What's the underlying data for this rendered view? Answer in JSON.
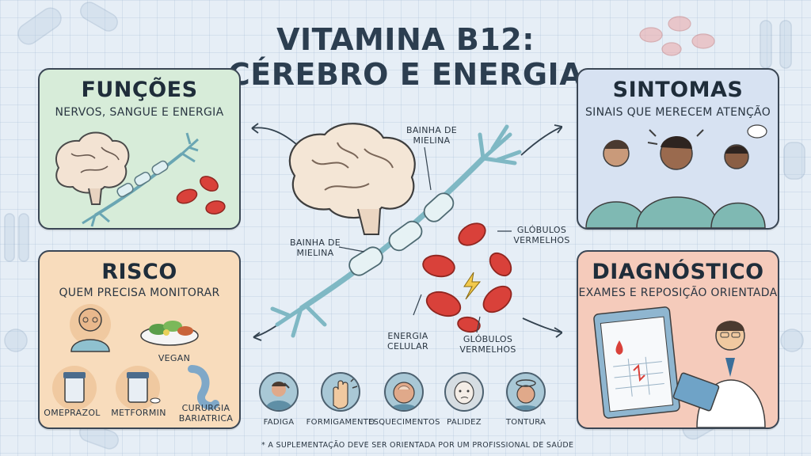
{
  "title": {
    "line1": "VITAMINA B12:",
    "line2": "CÉREBRO E ENERGIA"
  },
  "panels": {
    "funcoes": {
      "title": "FUNÇÕES",
      "subtitle": "NERVOS, SANGUE E ENERGIA"
    },
    "sintomas": {
      "title": "SINTOMAS",
      "subtitle": "SINAIS QUE MERECEM ATENÇÃO"
    },
    "risco": {
      "title": "RISCO",
      "subtitle": "QUEM PRECISA MONITORAR",
      "items": [
        "VEGAN",
        "OMEPRAZOL",
        "METFORMIN",
        "CURURGIA",
        "BARIATRICA"
      ]
    },
    "diagnostico": {
      "title": "DIAGNÓSTICO",
      "subtitle": "EXAMES E REPOSIÇÃO ORIENTADA"
    }
  },
  "center_labels": {
    "bainha_top": [
      "BAINHA DE",
      "MIELINA"
    ],
    "bainha_left": [
      "BAINHA DE",
      "MIELINA"
    ],
    "globulos_right": [
      "GLÓBULOS",
      "VERMELHOS"
    ],
    "globulos_bottom": [
      "GLÓBULOS",
      "VERMELHOS"
    ],
    "energia": [
      "ENERGIA",
      "CELULAR"
    ]
  },
  "symptoms": [
    "FADIGA",
    "FORMIGAMENTO",
    "ESQUECIMENTOS",
    "PALIDEZ",
    "TONTURA"
  ],
  "footnote": "* A SUPLEMENTAÇÃO DEVE SER ORIENTADA POR UM PROFISSIONAL DE SAÚDE",
  "colors": {
    "background": "#e6eef6",
    "funcoes_panel": "#d7ecd9",
    "sintomas_panel": "#d7e2f2",
    "risco_panel": "#f8dcbc",
    "diagnostico_panel": "#f5cbbb",
    "blood_cell": "#d9413a",
    "neuron": "#7fb8c4"
  }
}
